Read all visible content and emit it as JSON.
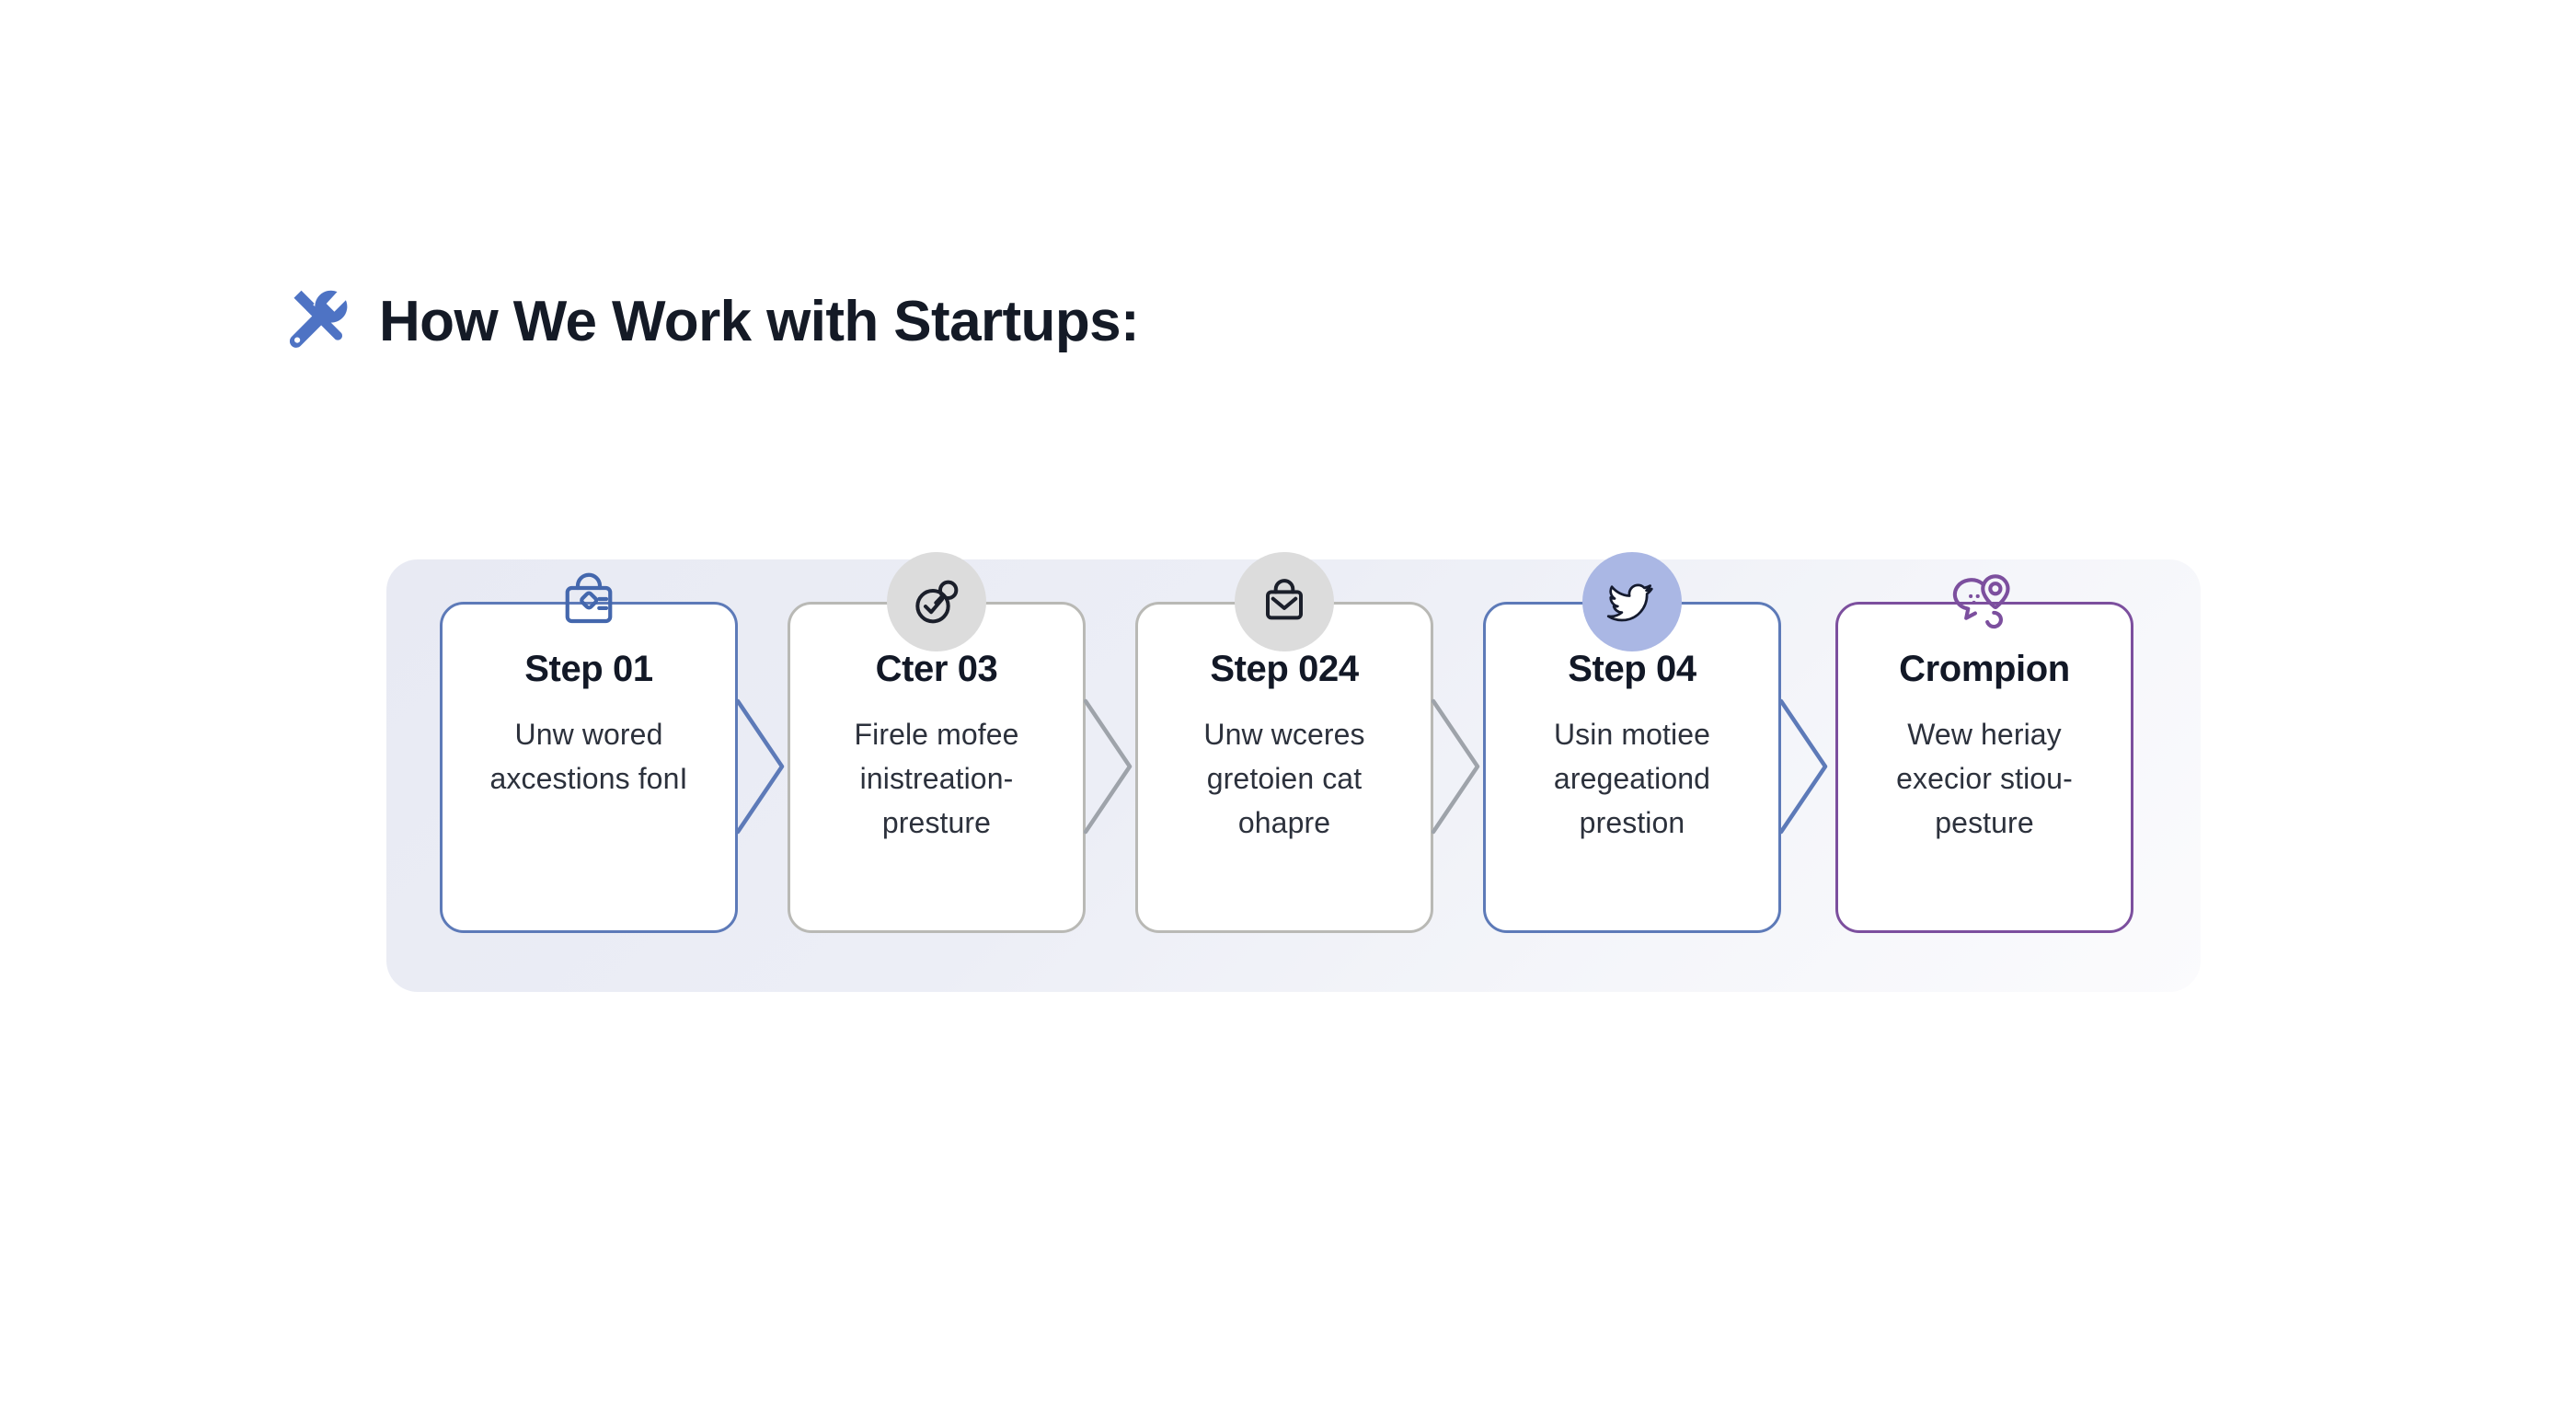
{
  "header": {
    "emoji_icon": "hammer-and-wrench-icon",
    "title": "How We Work with Startups:"
  },
  "colors": {
    "accent_blue": "#5d7ab8",
    "accent_gray": "#b9b9b5",
    "accent_purple": "#7c4f9e",
    "badge_gray": "#dcdcdc",
    "badge_periwinkle": "#aab7e4",
    "band_background": "#eceef6",
    "title_text": "#121826",
    "body_text": "#2c313c",
    "page_background": "#ffffff"
  },
  "flow": {
    "steps": [
      {
        "title": "Step 01",
        "description": "Unw wored axcestions fonI",
        "icon": "shopping-bag-tag-icon",
        "tone": "blue",
        "badge": "none",
        "has_chevron": true
      },
      {
        "title": "Cter 03",
        "description": "Firele mofee inistreation-presture",
        "icon": "check-circle-pin-icon",
        "tone": "gray",
        "badge": "gray",
        "has_chevron": true
      },
      {
        "title": "Step 024",
        "description": "Unw wceres gretoien cat ohapre",
        "icon": "bag-envelope-icon",
        "tone": "gray",
        "badge": "gray",
        "has_chevron": true
      },
      {
        "title": "Step 04",
        "description": "Usin motiee aregeationd prestion",
        "icon": "bird-icon",
        "tone": "blue",
        "badge": "periwinkle",
        "has_chevron": true
      },
      {
        "title": "Crompion",
        "description": "Wew heriay execior stiou- pesture",
        "icon": "chat-location-pin-icon",
        "tone": "purple",
        "badge": "none",
        "has_chevron": false
      }
    ]
  }
}
